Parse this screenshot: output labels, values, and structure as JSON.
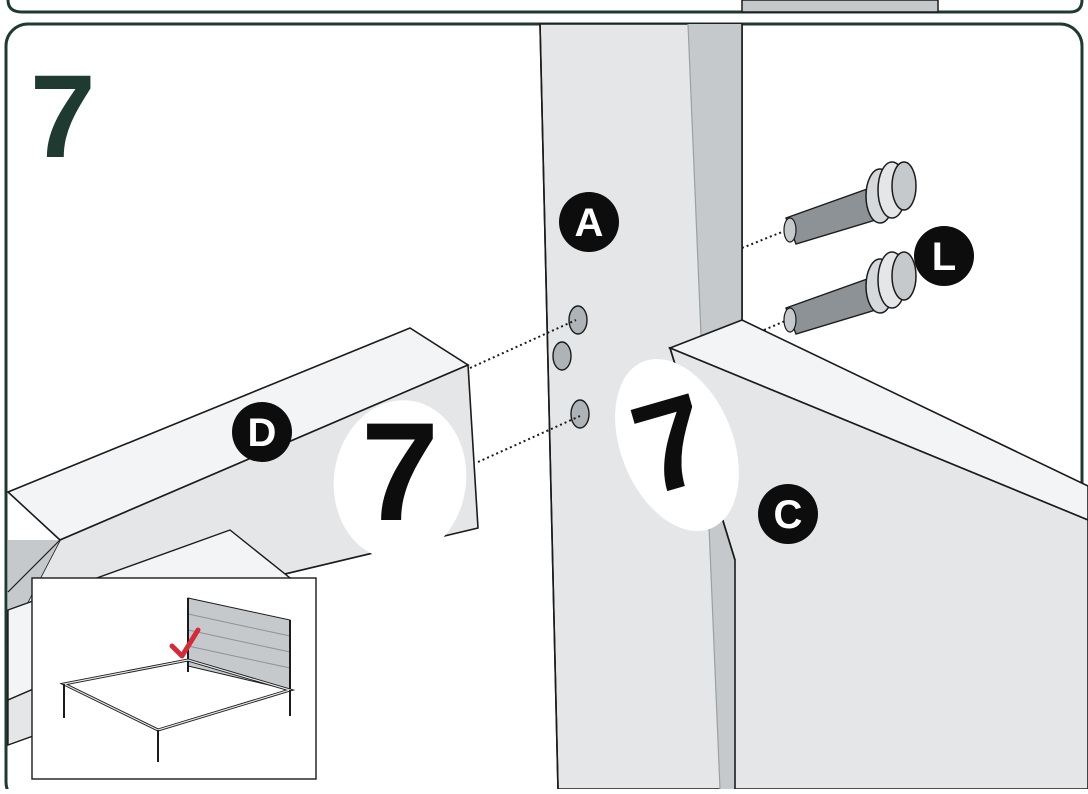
{
  "step": {
    "number": "7"
  },
  "colors": {
    "frame": "#1f3a30",
    "step_number": "#1f3a30",
    "steel_face": "#e4e6e8",
    "steel_side": "#c6c9cc",
    "steel_top": "#f3f4f5",
    "outline": "#1b1b1b",
    "label_bg": "#0d0d0d",
    "label_text": "#ffffff",
    "check": "#d42a3a"
  },
  "parts": {
    "post": "A",
    "side_rail": "C",
    "end_rail": "D",
    "bolt": "L"
  },
  "joint_marks": {
    "end_rail": "7",
    "side_rail": "7"
  },
  "inset": {
    "icon": "bed-frame-overview-icon",
    "check_icon": "checkmark-icon"
  }
}
